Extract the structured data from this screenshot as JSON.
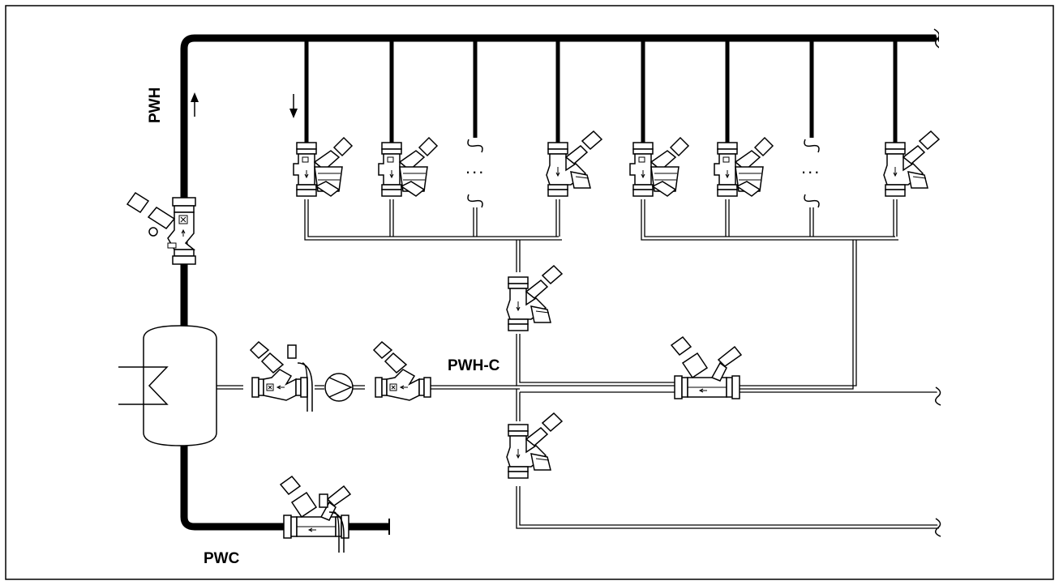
{
  "labels": {
    "hot_supply": "PWH",
    "circulation": "PWH-C",
    "cold": "PWC"
  },
  "ellipsis": "...",
  "colors": {
    "line": "#000000",
    "background": "#ffffff"
  }
}
